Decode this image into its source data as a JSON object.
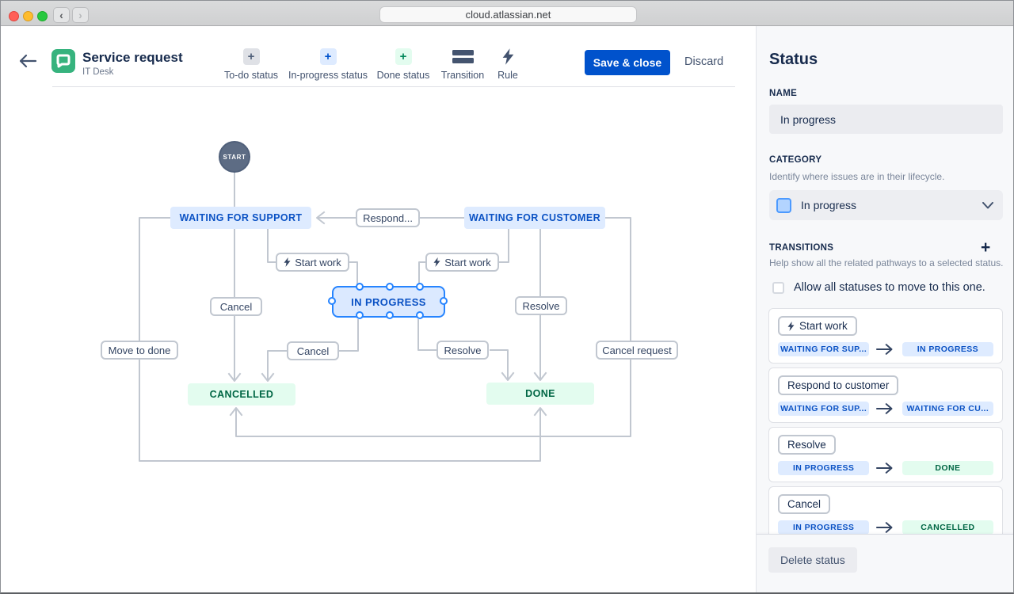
{
  "window": {
    "url": "cloud.atlassian.net"
  },
  "header": {
    "title": "Service request",
    "subtitle": "IT Desk",
    "toolbar": {
      "todo": "To-do status",
      "in_progress": "In-progress status",
      "done": "Done status",
      "transition": "Transition",
      "rule": "Rule"
    },
    "save": "Save & close",
    "discard": "Discard"
  },
  "diagram": {
    "start": "START",
    "nodes": {
      "waiting_support": "WAITING FOR SUPPORT",
      "waiting_customer": "WAITING FOR CUSTOMER",
      "in_progress": "IN PROGRESS",
      "cancelled": "CANCELLED",
      "done": "DONE"
    },
    "labels": {
      "respond": "Respond...",
      "start_work_left": "Start work",
      "start_work_right": "Start work",
      "cancel_upper": "Cancel",
      "cancel_lower": "Cancel",
      "resolve_right": "Resolve",
      "resolve_lower": "Resolve",
      "move_to_done": "Move to done",
      "cancel_request": "Cancel request"
    }
  },
  "sidebar": {
    "title": "Status",
    "name": {
      "label": "NAME",
      "value": "In progress"
    },
    "category": {
      "label": "CATEGORY",
      "desc": "Identify where issues are in their lifecycle.",
      "value": "In progress"
    },
    "transitions": {
      "label": "TRANSITIONS",
      "desc": "Help show all the related pathways to a selected status.",
      "allow_all": "Allow all statuses to move to this one."
    },
    "cards": [
      {
        "name": "Start work",
        "from": "WAITING FOR SUP...",
        "to": "IN PROGRESS"
      },
      {
        "name": "Respond to customer",
        "from": "WAITING FOR SUP...",
        "to": "WAITING FOR CU..."
      },
      {
        "name": "Resolve",
        "from": "IN PROGRESS",
        "to": "DONE"
      },
      {
        "name": "Cancel",
        "from": "IN PROGRESS",
        "to": "CANCELLED"
      }
    ],
    "delete": "Delete status"
  },
  "colors": {
    "accent_blue": "#0052CC",
    "node_blue_bg": "#DEEBFF",
    "node_blue_text": "#0B52C4",
    "node_green_bg": "#E3FCEF",
    "node_green_text": "#006644",
    "selection_blue": "#2684FF",
    "edge_gray": "#C1C7D0"
  }
}
